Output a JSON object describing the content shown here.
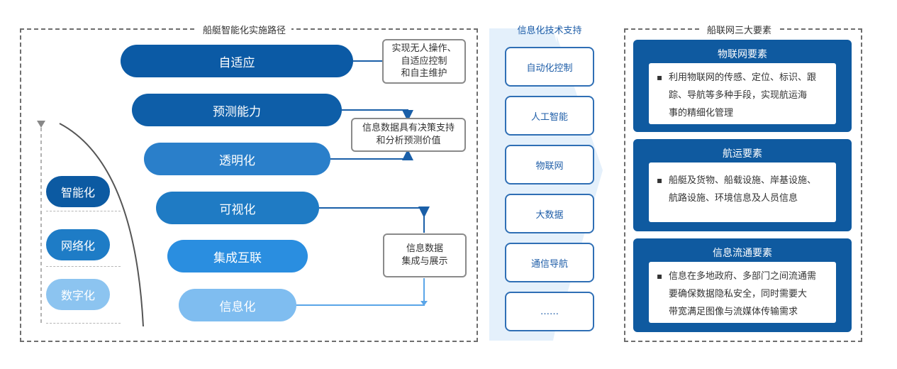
{
  "left_panel": {
    "title": "船艇智能化实施路径",
    "pills": [
      {
        "label": "自适应",
        "color": "#0b5aa5"
      },
      {
        "label": "预测能力",
        "color": "#0e5ea8"
      },
      {
        "label": "透明化",
        "color": "#2a7fca"
      },
      {
        "label": "可视化",
        "color": "#1f7bc4"
      },
      {
        "label": "集成互联",
        "color": "#2a8ee0"
      },
      {
        "label": "信息化",
        "color": "#7fbdf0"
      }
    ],
    "notes": {
      "top": [
        "实现无人操作、",
        "自适应控制",
        "和自主维护"
      ],
      "middle": [
        "信息数据具有决策支持",
        "和分析预测价值"
      ],
      "bottom": [
        "信息数据",
        "集成与展示"
      ]
    },
    "stages": [
      {
        "label": "智能化",
        "color": "#0c5aa2"
      },
      {
        "label": "网络化",
        "color": "#1e7cc6"
      },
      {
        "label": "数字化",
        "color": "#8cc4f0"
      }
    ]
  },
  "tech_support": {
    "title": "信息化技术支持",
    "items": [
      "自动化控制",
      "人工智能",
      "物联网",
      "大数据",
      "通信导航",
      "……"
    ]
  },
  "elements_panel": {
    "title": "船联网三大要素",
    "cards": [
      {
        "title": "物联网要素",
        "lines": [
          "利用物联网的传感、定位、标识、跟",
          "踪、导航等多种手段，实现航运海",
          "事的精细化管理"
        ]
      },
      {
        "title": "航运要素",
        "lines": [
          "船艇及货物、船载设施、岸基设施、",
          "航路设施、环境信息及人员信息"
        ]
      },
      {
        "title": "信息流通要素",
        "lines": [
          "信息在多地政府、多部门之间流通需",
          "要确保数据隐私安全，同时需要大",
          "带宽满足图像与流媒体传输需求"
        ]
      }
    ],
    "bullet": "▪"
  }
}
